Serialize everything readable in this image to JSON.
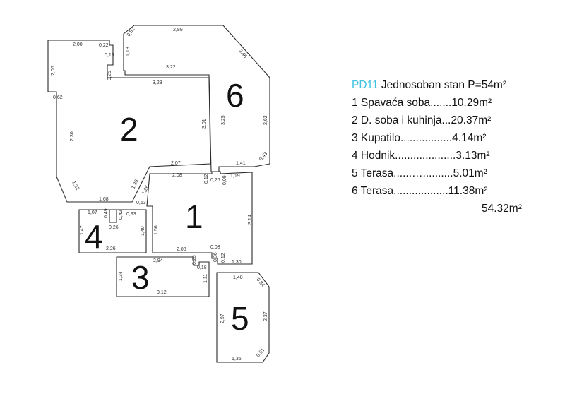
{
  "plan": {
    "rooms": [
      {
        "id": "1",
        "label": "1"
      },
      {
        "id": "2",
        "label": "2"
      },
      {
        "id": "3",
        "label": "3"
      },
      {
        "id": "4",
        "label": "4"
      },
      {
        "id": "5",
        "label": "5"
      },
      {
        "id": "6",
        "label": "6"
      }
    ],
    "dimensions": {
      "d2_top": "2,00",
      "d2_022": "0,22",
      "d2_206": "2,06",
      "d2_062": "0,62",
      "d2_230": "2,30",
      "d2_122": "1,22",
      "d2_168": "1,68",
      "d2_323": "3,23",
      "d2_301": "3,01",
      "d2_207": "2,07",
      "d2_139": "1,39",
      "d2_025": "0,25",
      "d2_013": "0,13",
      "d6_289": "2,89",
      "d6_052": "0,52",
      "d6_118": "1,18",
      "d6_322": "3,22",
      "d6_246": "2,46",
      "d6_325": "3,25",
      "d6_262": "2,62",
      "d6_043": "0,43",
      "d6_141": "1,41",
      "d1_208top": "2,08",
      "d1_012": "0,12",
      "d1_026": "0,26",
      "d1_009": "0,09",
      "d1_119": "1,19",
      "d1_126": "1,26",
      "d1_063": "0,63",
      "d1_156": "1,56",
      "d1_314": "3,14",
      "d1_208bot": "2,08",
      "d1_008": "0,08",
      "d1_036": "0,36",
      "d1_012b": "0,12",
      "d1_130": "1,30",
      "d4_107": "1,07",
      "d4_049": "0,49",
      "d4_042": "0,42",
      "d4_093": "0,93",
      "d4_147": "1,47",
      "d4_026": "0,26",
      "d4_140": "1,40",
      "d4_226": "2,26",
      "d3_294": "2,94",
      "d3_023": "0,23",
      "d3_018": "0,18",
      "d3_134": "1,34",
      "d3_111": "1,11",
      "d3_312": "3,12",
      "d5_148": "1,48",
      "d5_034": "0,34",
      "d5_297": "2,97",
      "d5_237": "2,37",
      "d5_051": "0,51",
      "d5_136": "1,36"
    }
  },
  "legend": {
    "code": "PD11",
    "title": " Jednosoban stan P=54m²",
    "items": [
      "1 Spavaća soba.......10.29m²",
      "2 D. soba i kuhinja...20.37m²",
      "3 Kupatilo.................4.14m²",
      "4 Hodnik....................3.13m²",
      "5 Terasa......…..........5.01m²",
      "6 Terasa..................11.38m²"
    ],
    "total": "54.32m²"
  }
}
